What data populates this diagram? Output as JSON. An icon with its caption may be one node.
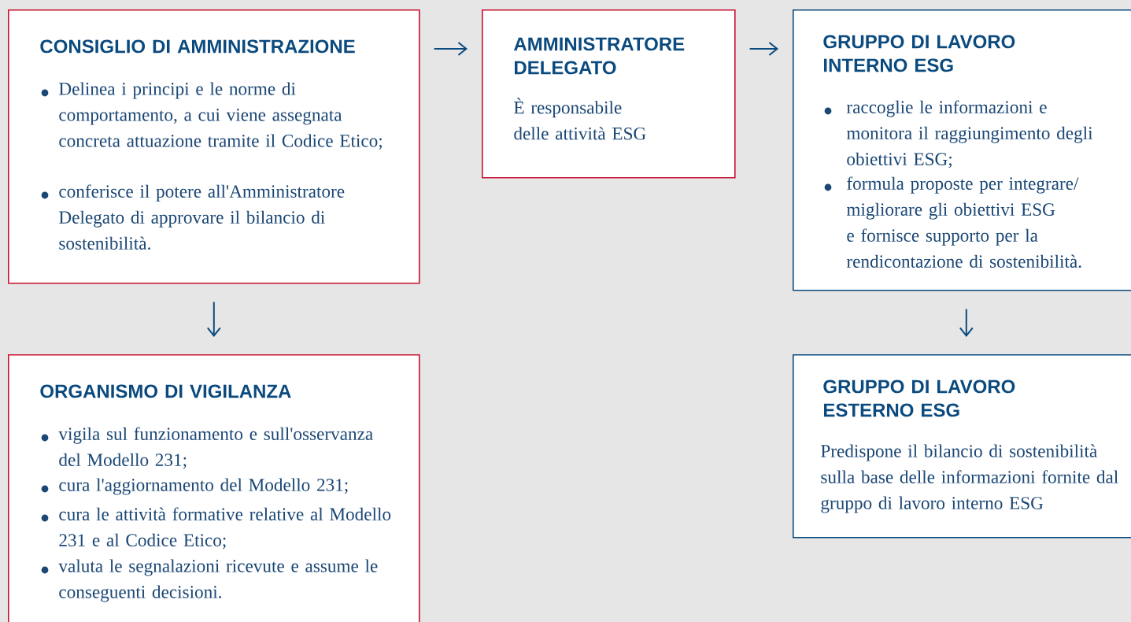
{
  "diagram": {
    "nodes": [
      {
        "text": [
          "CONSIGLIO DI AMMINISTRAZIONE",
          "Delinea i principi e le norme di comportamento, a cui viene assegnata concreta attuazione tramite il Codice Etico;",
          "conferisce il potere all'Amministratore Delegato di approvare il bilancio di sostenibilità."
        ]
      },
      {
        "text": [
          "AMMINISTRATORE DELEGATO",
          "È responsabile delle attività ESG"
        ]
      },
      {
        "text": [
          "GRUPPO DI LAVORO INTERNO ESG",
          "raccoglie le informazioni e monitora il raggiungimento degli obiettivi ESG;",
          "formula proposte per integrare/ migliorare gli obiettivi ESG e fornisce supporto per la rendicontazione di sostenibilità."
        ]
      },
      {
        "text": [
          "ORGANISMO DI VIGILANZA",
          "vigila sul funzionamento e sull'osservanza del Modello 231;",
          "cura l'aggiornamento del Modello 231;",
          "cura le attività formative relative al Modello 231 e al Codice Etico;",
          "valuta le segnalazioni ricevute e assume le conseguenti decisioni."
        ]
      },
      {
        "text": [
          "GRUPPO DI LAVORO ESTERNO ESG",
          "Predispone il bilancio di sostenibilità sulla base delle informazioni fornite dal gruppo di lavoro interno ESG"
        ]
      }
    ],
    "edges": [
      {
        "from": 0,
        "to": 1,
        "arrow": "to"
      },
      {
        "from": 1,
        "to": 2,
        "arrow": "to"
      },
      {
        "from": 0,
        "to": 3,
        "arrow": "to"
      },
      {
        "from": 2,
        "to": 4,
        "arrow": "to"
      }
    ]
  }
}
